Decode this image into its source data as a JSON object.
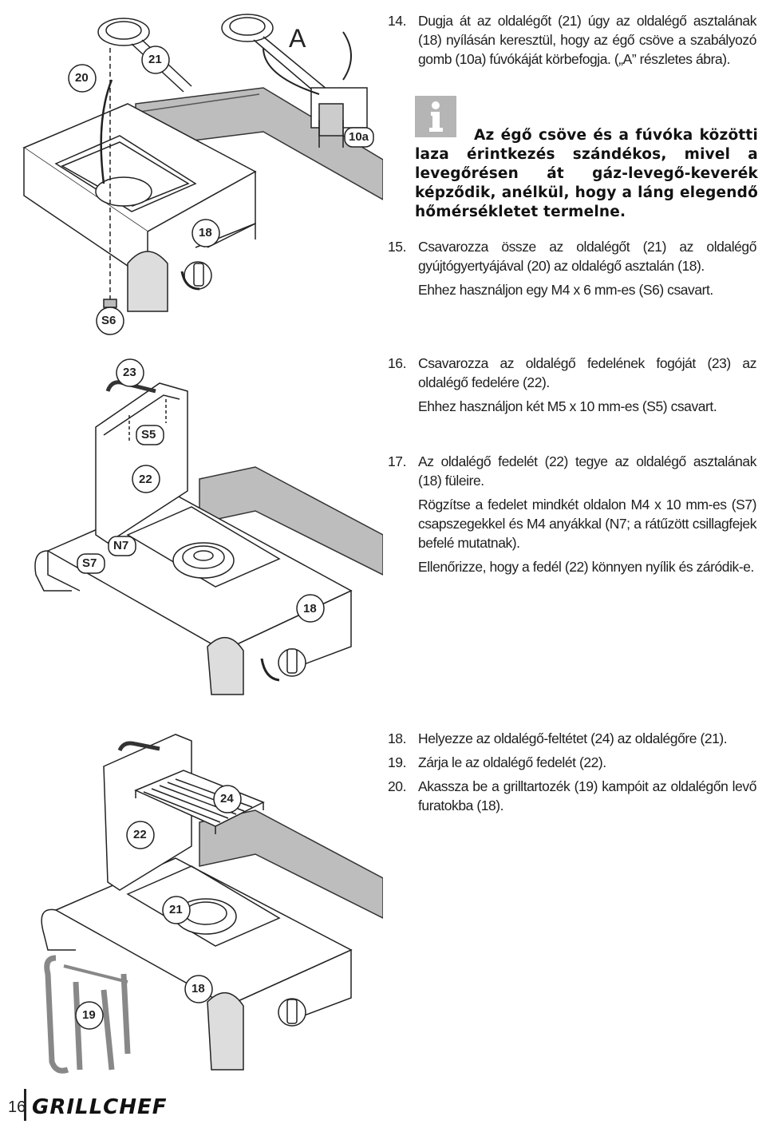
{
  "section1": {
    "labels": {
      "20": "20",
      "21": "21",
      "A": "A",
      "10a": "10a",
      "18": "18",
      "S6": "S6"
    },
    "step14": {
      "num": "14.",
      "text": "Dugja át az oldalégőt (21) úgy az oldalégő asztalának (18) nyílásán keresztül, hogy az égő csöve a szabályozó gomb (10a) fúvókáját körbefogja. („A” részletes ábra)."
    },
    "info": "Az égő csöve és a fúvóka közötti laza érintkezés szándékos, mivel a levegőrésen át gáz-levegő-keverék képződik, anélkül, hogy a láng elegendő hőmérsékletet termelne.",
    "step15": {
      "num": "15.",
      "text": "Csavarozza össze az oldalégőt (21) az oldalégő gyújtógyertyájával (20) az oldalégő asztalán (18).",
      "sub": "Ehhez használjon egy M4 x 6 mm-es (S6) csavart."
    }
  },
  "section2": {
    "labels": {
      "23": "23",
      "S5": "S5",
      "22": "22",
      "N7": "N7",
      "S7": "S7",
      "18": "18"
    },
    "step16": {
      "num": "16.",
      "text": "Csavarozza az oldalégő fedelének fogóját (23) az oldalégő fedelére (22).",
      "sub": "Ehhez használjon két M5 x 10 mm-es (S5) csavart."
    },
    "step17": {
      "num": "17.",
      "text": "Az oldalégő fedelét (22) tegye az oldalégő asztalának (18) füleire.",
      "sub1": "Rögzítse a fedelet mindkét oldalon M4 x 10 mm-es (S7) csapszegekkel és M4 anyákkal (N7; a rátűzött csillagfejek befelé mutatnak).",
      "sub2": "Ellenőrizze, hogy a fedél (22) könnyen nyílik és záródik-e."
    }
  },
  "section3": {
    "labels": {
      "24": "24",
      "22": "22",
      "21": "21",
      "18": "18",
      "19": "19"
    },
    "step18": {
      "num": "18.",
      "text": "Helyezze az oldalégő-feltétet (24) az oldalégőre (21)."
    },
    "step19": {
      "num": "19.",
      "text": "Zárja le az oldalégő fedelét (22)."
    },
    "step20": {
      "num": "20.",
      "text": "Akassza be a grilltartozék (19) kampóit az oldalégőn levő furatokba (18)."
    }
  },
  "footer": {
    "page": "16",
    "brand": "GRILLCHEF"
  }
}
